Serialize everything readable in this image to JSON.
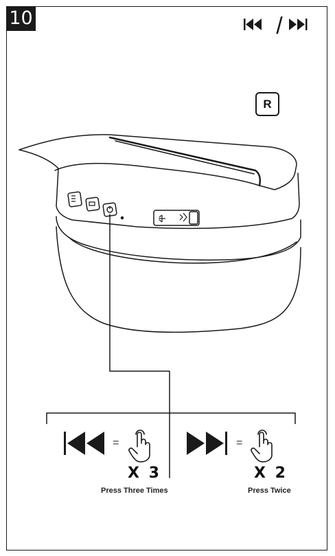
{
  "step": {
    "number": "10"
  },
  "header": {
    "separator": "/",
    "icon_prev": "previous-track-icon",
    "icon_next": "next-track-icon"
  },
  "side_badge": {
    "label": "R"
  },
  "device": {
    "buttons": [
      "play-pause-button-icon",
      "noise-control-button-icon",
      "power-button-icon"
    ],
    "switch_icons": [
      "bluetooth-icon",
      "wired-audio-icon"
    ]
  },
  "previous_track": {
    "equals": "=",
    "times": "X 3",
    "caption": "Press Three Times"
  },
  "next_track": {
    "equals": "=",
    "times": "X 2",
    "caption": "Press Twice"
  },
  "colors": {
    "ink": "#1a1a1a",
    "paper": "#ffffff"
  }
}
